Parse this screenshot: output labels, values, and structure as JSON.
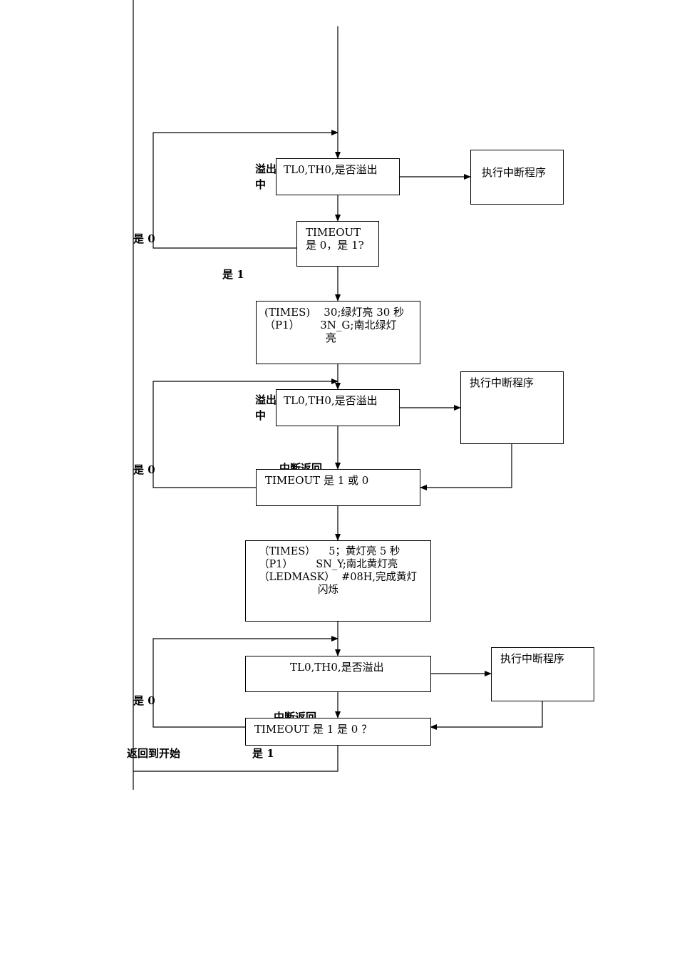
{
  "boxes": {
    "check1": "TL0,TH0,是否溢出",
    "int1": "执行中断程序",
    "timeout1": "TIMEOUT\n是 0，是 1?",
    "green": "(TIMES)    30;绿灯亮 30 秒\n（P1）      3N_G;南北绿灯\n                  亮",
    "check2": "TL0,TH0,是否溢出",
    "int2": "执行中断程序",
    "timeout2": "TIMEOUT 是 1 或 0",
    "yellow": "（TIMES）    5；黄灯亮 5 秒\n（P1）       SN_Y;南北黄灯亮\n（LEDMASK）  #08H,完成黄灯\n                  闪烁",
    "check3": "TL0,TH0,是否溢出",
    "int3": "执行中断程序",
    "timeout3": "TIMEOUT 是 1 是 0 ？"
  },
  "labels": {
    "overflow_int_1": "溢出\n中",
    "overflow_int_2": "溢出\n中",
    "is0_1": "是 0",
    "is0_2": "是 0",
    "is0_3": "是 0",
    "is1_1": "是 1",
    "is1_3": "是 1",
    "int_return_2": "中断返回",
    "int_return_3": "中断返回",
    "return_to_start": "返回到开始"
  }
}
